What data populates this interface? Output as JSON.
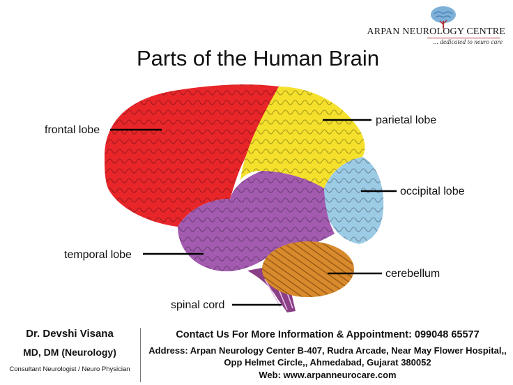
{
  "logo": {
    "name": "ARPAN NEUROLOGY CENTRE",
    "tagline": "... dedicated to neuro care",
    "icon": "brain-tree-icon"
  },
  "title": "Parts of the Human Brain",
  "labels": {
    "frontal": "frontal lobe",
    "parietal": "parietal lobe",
    "occipital": "occipital lobe",
    "temporal": "temporal lobe",
    "cerebellum": "cerebellum",
    "spinal": "spinal cord"
  },
  "colors": {
    "frontal": "#e8262a",
    "parietal": "#f5e02c",
    "occipital": "#9ccbe6",
    "temporal": "#a35bb0",
    "cerebellum": "#d88a2c",
    "spinal": "#8a3f86",
    "accent": "#b03030"
  },
  "footer": {
    "doctor_name": "Dr. Devshi Visana",
    "degree": "MD, DM (Neurology)",
    "role": "Consultant Neurologist / Neuro Physician",
    "contact": "Contact Us For More Information & Appointment: 099048 65577",
    "address": "Address: Arpan Neurology Center B-407, Rudra Arcade, Near May Flower Hospital,, Opp Helmet Circle,, Ahmedabad, Gujarat 380052",
    "web": "Web: www.arpanneurocare.com"
  }
}
